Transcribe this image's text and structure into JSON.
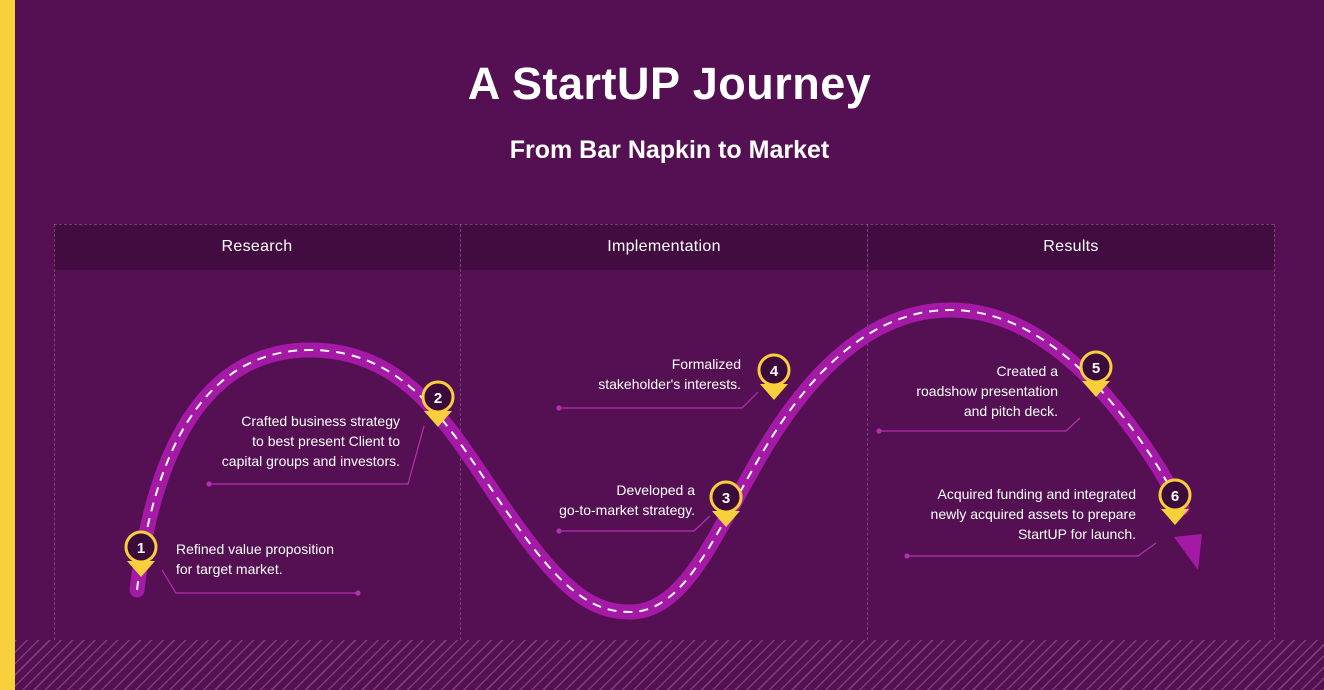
{
  "title": "A StartUP Journey",
  "subtitle": "From Bar Napkin to Market",
  "columns": [
    "Research",
    "Implementation",
    "Results"
  ],
  "steps": [
    {
      "number": "1",
      "text": "Refined value proposition\nfor target market."
    },
    {
      "number": "2",
      "text": "Crafted business strategy\nto best present Client to\ncapital groups and investors."
    },
    {
      "number": "3",
      "text": "Developed a\ngo-to-market strategy."
    },
    {
      "number": "4",
      "text": "Formalized\nstakeholder's interests."
    },
    {
      "number": "5",
      "text": "Created a\nroadshow presentation\nand pitch deck."
    },
    {
      "number": "6",
      "text": "Acquired funding and integrated\nnewly acquired assets to prepare\nStartUP for launch."
    }
  ],
  "colors": {
    "background": "#541052",
    "header_band": "#430c41",
    "accent": "#f9cf3c",
    "path": "#a41aa6",
    "leader": "#b52fb3"
  }
}
